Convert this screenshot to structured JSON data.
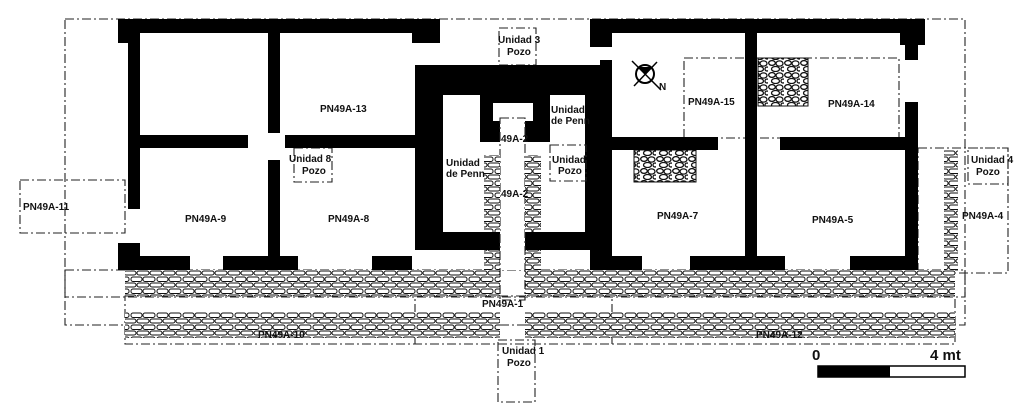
{
  "plan": {
    "units": {
      "pn11": "PN49A-11",
      "pn9": "PN49A-9",
      "pn13": "PN49A-13",
      "pn8": "PN49A-8",
      "pn15": "PN49A-15",
      "pn14": "PN49A-14",
      "pn7": "PN49A-7",
      "pn5": "PN49A-5",
      "pn4": "PN49A-4",
      "pn1": "PN49A-1",
      "pn10": "PN49A-10",
      "pn12": "PN49A-12",
      "pn2a": "49A-2",
      "pn2b": "49A-2"
    },
    "pozos": {
      "u8": [
        "Unidad 8",
        "Pozo"
      ],
      "u3": [
        "Unidad 3",
        "Pozo"
      ],
      "u4": [
        "Unidad 4",
        "Pozo"
      ],
      "u1": [
        "Unidad 1",
        "Pozo"
      ],
      "uc": [
        "Unidad",
        "Pozo"
      ]
    },
    "penn": {
      "left": [
        "Unidad",
        "de Penn"
      ],
      "right": [
        "Unidad",
        "de Penn"
      ]
    },
    "north": "N",
    "scale": {
      "start": "0",
      "end": "4 mt"
    }
  }
}
